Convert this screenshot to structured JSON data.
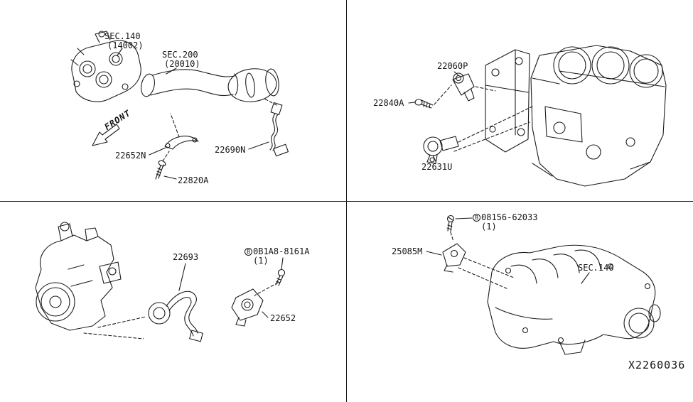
{
  "diagram": {
    "number": "X2260036"
  },
  "exhaust_panel": {
    "sec140": "SEC.140",
    "sec140_ref": "(14002)",
    "sec200": "SEC.200",
    "sec200_ref": "(20010)",
    "front": "FRONT",
    "bracket": "22652N",
    "o2_sensor": "22690N",
    "bolt": "22820A"
  },
  "engine_panel": {
    "cam_sensor": "22060P",
    "bolt": "22840A",
    "crank_sensor": "22631U"
  },
  "throttle_panel": {
    "harness": "22693",
    "bolt_marker": "B",
    "bolt": "0B1A8-8161A",
    "bolt_qty": "(1)",
    "sensor": "22652"
  },
  "intake_panel": {
    "bolt_marker": "B",
    "bolt": "08156-62033",
    "bolt_qty": "(1)",
    "sensor": "25085M",
    "sec140": "SEC.140"
  }
}
